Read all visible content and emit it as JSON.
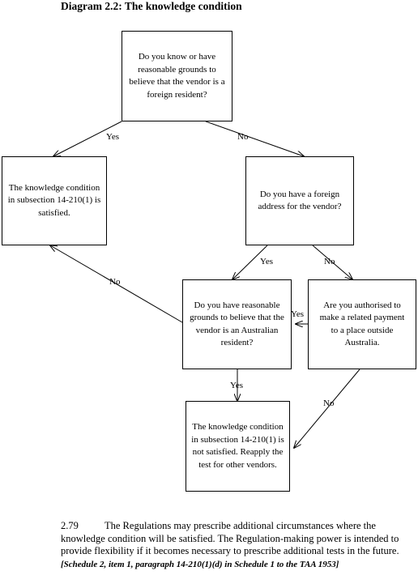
{
  "title": "Diagram 2.2: The knowledge condition",
  "nodes": {
    "q_foreign_resident": "Do you know or have reasonable grounds to believe that the vendor is a foreign resident?",
    "satisfied": "The knowledge condition in subsection 14-210(1) is satisfied.",
    "q_foreign_address": "Do you have a foreign address for the vendor?",
    "q_australian_resident": "Do you have reasonable grounds to believe that the vendor is an Australian resident?",
    "q_related_payment": "Are you authorised to make a related payment to a place outside Australia.",
    "not_satisfied": "The knowledge condition in subsection 14-210(1) is not satisfied. Reapply the test for other vendors."
  },
  "edge_labels": {
    "yes_1": "Yes",
    "no_1": "No",
    "yes_2": "Yes",
    "no_2": "No",
    "no_3": "No",
    "yes_3": "Yes",
    "yes_4": "Yes",
    "no_4": "No"
  },
  "paragraph": {
    "number": "2.79",
    "text": "The Regulations may prescribe additional circumstances where the knowledge condition will be satisfied. The Regulation-making power is intended to provide flexibility if it becomes necessary to prescribe additional tests in the future.",
    "reference": "[Schedule 2, item 1, paragraph 14-210(1)(d) in Schedule 1 to the TAA 1953]"
  }
}
